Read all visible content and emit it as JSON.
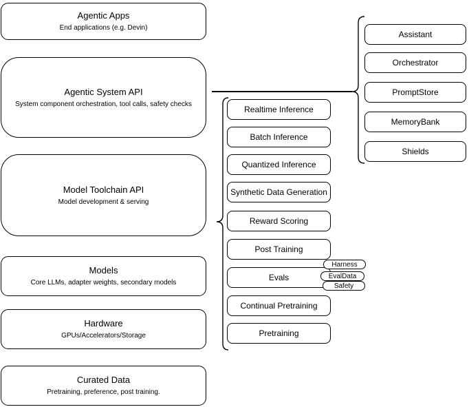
{
  "diagram": {
    "left_stack": [
      {
        "title": "Agentic Apps",
        "subtitle": "End applications (e.g. Devin)"
      },
      {
        "title": "Agentic System API",
        "subtitle": "System component orchestration, tool calls, safety checks"
      },
      {
        "title": "Model Toolchain API",
        "subtitle": "Model development & serving"
      },
      {
        "title": "Models",
        "subtitle": "Core LLMs, adapter weights, secondary models"
      },
      {
        "title": "Hardware",
        "subtitle": "GPUs/Accelerators/Storage"
      },
      {
        "title": "Curated Data",
        "subtitle": "Pretraining, preference, post training."
      }
    ],
    "toolchain_items": [
      "Realtime Inference",
      "Batch Inference",
      "Quantized Inference",
      "Synthetic Data Generation",
      "Reward Scoring",
      "Post Training",
      "Evals",
      "Continual Pretraining",
      "Pretraining"
    ],
    "eval_tags": [
      "Harness",
      "EvalData",
      "Safety"
    ],
    "system_components": [
      "Assistant",
      "Orchestrator",
      "PromptStore",
      "MemoryBank",
      "Shields"
    ],
    "colors": {
      "stroke": "#000000",
      "fill": "#ffffff",
      "background": "#ffffff"
    }
  }
}
